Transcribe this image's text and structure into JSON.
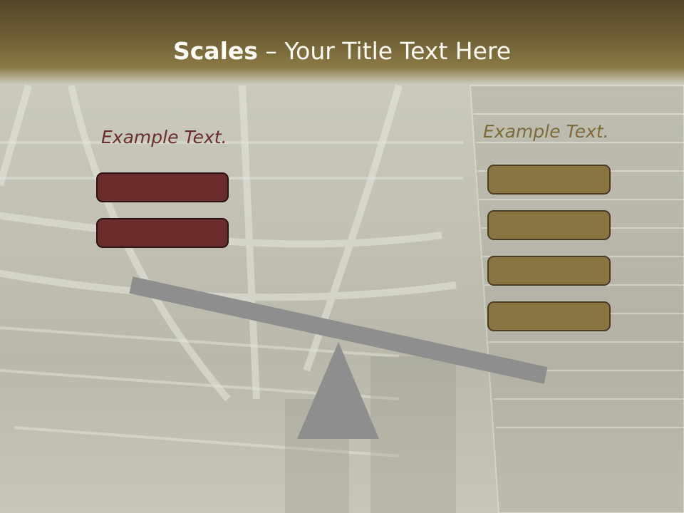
{
  "title": {
    "bold": "Scales",
    "rest": " – Your Title Text Here"
  },
  "left": {
    "label": "Example Text.",
    "boxes": 2,
    "color": "#6b2d2b"
  },
  "right": {
    "label": "Example Text.",
    "boxes": 4,
    "color": "#8a7442"
  },
  "colors": {
    "header": "#6e5e35",
    "beam": "#8e8e8e",
    "title_text": "#fdfbf3"
  }
}
